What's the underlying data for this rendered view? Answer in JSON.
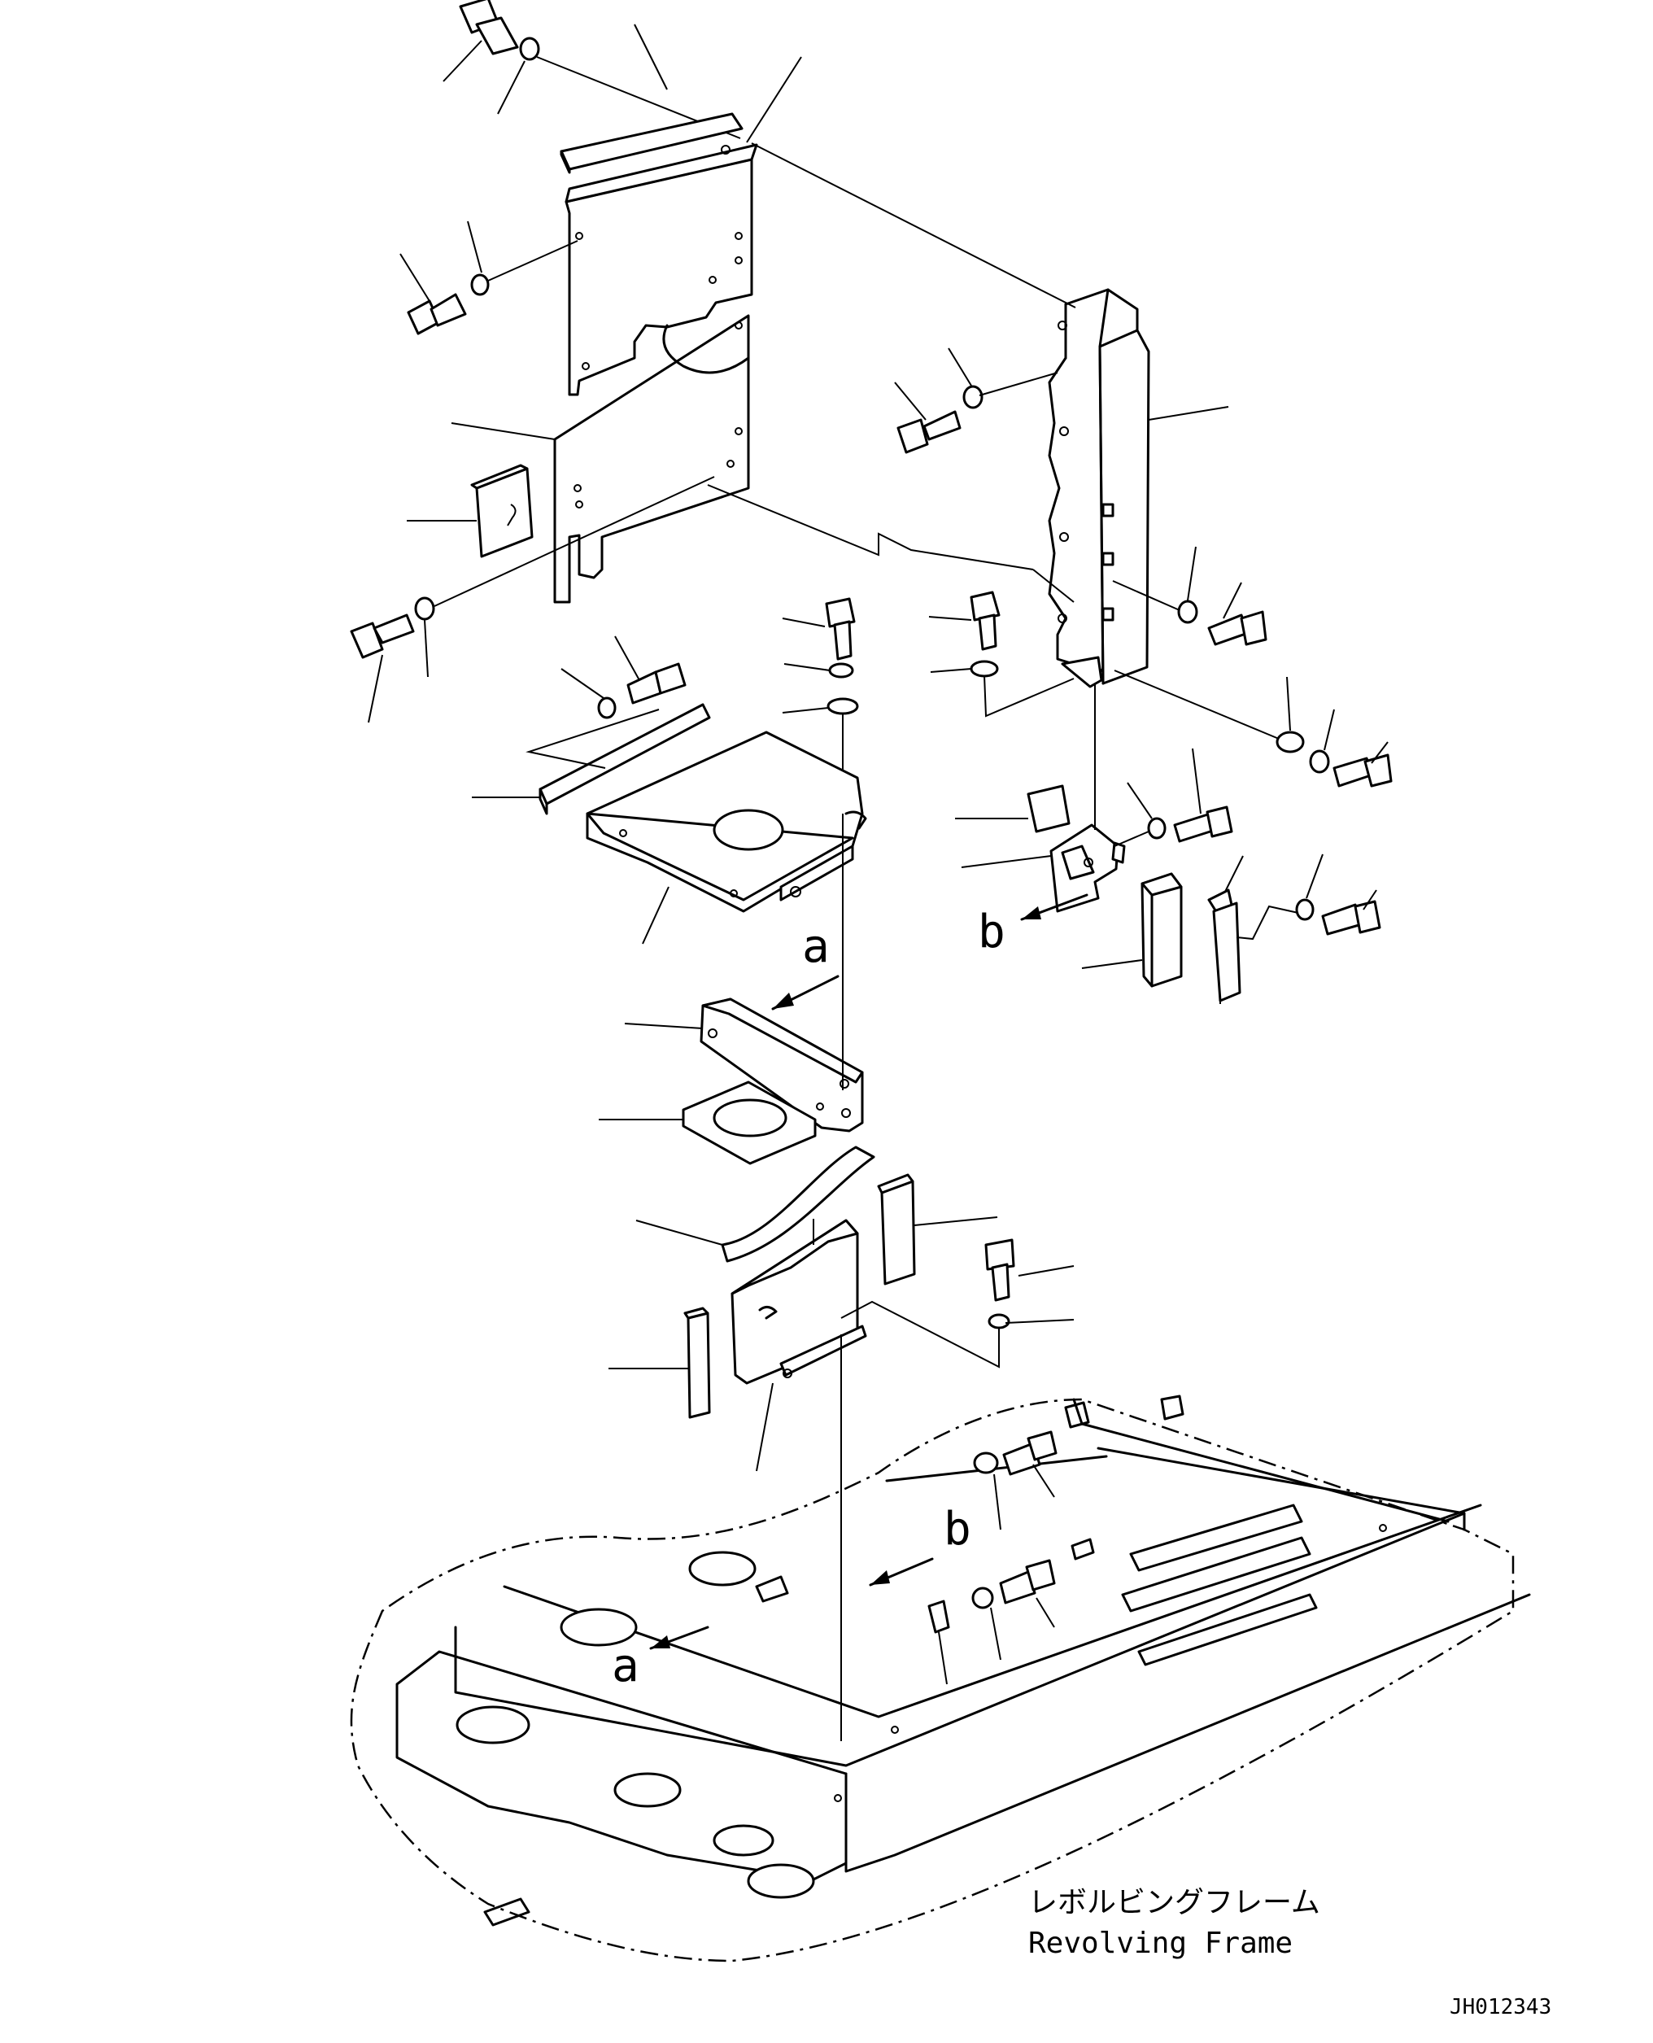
{
  "view_labels": {
    "view_a": "a",
    "view_b": "b"
  },
  "frame_label": {
    "japanese": "レボルビングフレーム",
    "english": "Revolving Frame"
  },
  "drawing_number": "JH012343"
}
